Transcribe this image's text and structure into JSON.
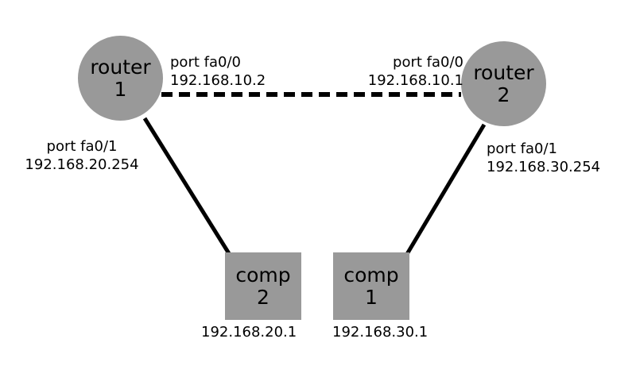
{
  "diagram": {
    "title": "network topology diagram",
    "colors": {
      "node_fill": "#999999",
      "line": "#000000",
      "background": "#ffffff",
      "text": "#000000"
    },
    "nodes": [
      {
        "id": "router-1",
        "shape": "circle",
        "line1": "router",
        "line2": "1"
      },
      {
        "id": "router-2",
        "shape": "circle",
        "line1": "router",
        "line2": "2"
      },
      {
        "id": "comp-2",
        "shape": "square",
        "line1": "comp",
        "line2": "2"
      },
      {
        "id": "comp-1",
        "shape": "square",
        "line1": "comp",
        "line2": "1"
      }
    ],
    "links": [
      {
        "id": "router1-router2",
        "style": "dashed",
        "from": "router-1",
        "to": "router-2"
      },
      {
        "id": "router1-comp2",
        "style": "solid",
        "from": "router-1",
        "to": "comp-2"
      },
      {
        "id": "router2-comp1",
        "style": "solid",
        "from": "router-2",
        "to": "comp-1"
      }
    ],
    "labels": {
      "router1_fa00": {
        "port": "port fa0/0",
        "ip": "192.168.10.2"
      },
      "router2_fa00": {
        "port": "port fa0/0",
        "ip": "192.168.10.1"
      },
      "router1_fa01": {
        "port": "port fa0/1",
        "ip": "192.168.20.254"
      },
      "router2_fa01": {
        "port": "port fa0/1",
        "ip": "192.168.30.254"
      },
      "comp2_ip": "192.168.20.1",
      "comp1_ip": "192.168.30.1"
    }
  }
}
